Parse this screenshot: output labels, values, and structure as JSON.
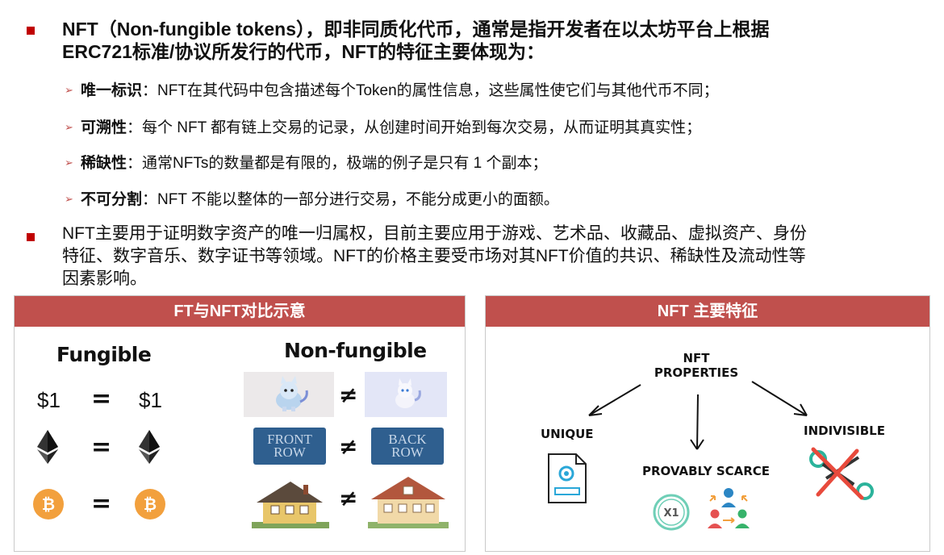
{
  "bullets": {
    "first": {
      "text_line1": "NFT（Non-fungible tokens），即非同质化代币，通常是指开发者在以太坊平台上根据",
      "text_line2": "ERC721标准/协议所发行的代币，NFT的特征主要体现为：",
      "items": [
        {
          "term": "唯一标识",
          "desc": "：NFT在其代码中包含描述每个Token的属性信息，这些属性使它们与其他代币不同；"
        },
        {
          "term": "可溯性",
          "desc": "：每个 NFT 都有链上交易的记录，从创建时间开始到每次交易，从而证明其真实性；"
        },
        {
          "term": "稀缺性",
          "desc": "：通常NFTs的数量都是有限的，极端的例子是只有 1 个副本；"
        },
        {
          "term": "不可分割",
          "desc": "：NFT 不能以整体的一部分进行交易，不能分成更小的面额。"
        }
      ]
    },
    "second": {
      "line1": "NFT主要用于证明数字资产的唯一归属权，目前主要应用于游戏、艺术品、收藏品、虚拟资产、身份",
      "line2": "特征、数字音乐、数字证书等领域。NFT的价格主要受市场对其NFT价值的共识、稀缺性及流动性等",
      "line3": "因素影响。"
    }
  },
  "panel_left": {
    "title": "FT与NFT对比示意",
    "fungible_heading": "Fungible",
    "nonfungible_heading": "Non-fungible",
    "dollar": "$1",
    "equals": "=",
    "not_equal": "≠",
    "ticket_front": [
      "FRONT",
      "ROW"
    ],
    "ticket_back": [
      "BACK",
      "ROW"
    ],
    "icons": [
      "ethereum-icon",
      "bitcoin-icon",
      "cat-nft-icon",
      "house-icon"
    ]
  },
  "panel_right": {
    "title": "NFT 主要特征",
    "center_line1": "NFT",
    "center_line2": "PROPERTIES",
    "unique": "UNIQUE",
    "scarce": "PROVABLY SCARCE",
    "indivisible": "INDIVISIBLE",
    "x1": "X1"
  },
  "colors": {
    "accent": "#c0504d",
    "bullet": "#c00000",
    "ticket": "#2f5f8f",
    "bitcoin": "#f2a03d"
  }
}
